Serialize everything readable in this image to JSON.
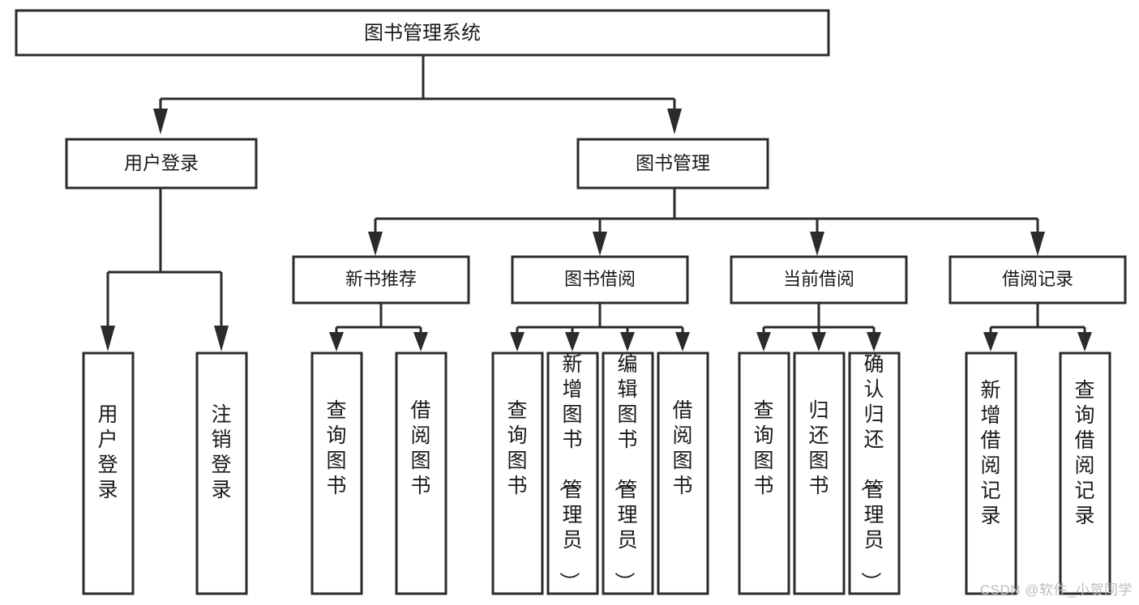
{
  "diagram": {
    "type": "tree-hierarchy",
    "title": "图书管理系统",
    "watermark": "CSDN @软件_小贺同学",
    "colors": {
      "stroke": "#2b2b2b",
      "fill": "#ffffff",
      "text": "#1a1a1a",
      "watermark": "#bdbdbd"
    },
    "levels": {
      "root": {
        "label": "图书管理系统"
      },
      "level2": [
        {
          "label": "用户登录"
        },
        {
          "label": "图书管理"
        }
      ],
      "level3": [
        {
          "label": "新书推荐"
        },
        {
          "label": "图书借阅"
        },
        {
          "label": "当前借阅"
        },
        {
          "label": "借阅记录"
        }
      ]
    },
    "leaves": {
      "user_login": [
        {
          "label": "用户登录"
        },
        {
          "label": "注销登录"
        }
      ],
      "new_book": [
        {
          "label": "查询图书"
        },
        {
          "label": "借阅图书"
        }
      ],
      "book_borrow": [
        {
          "label": "查询图书"
        },
        {
          "label": "新增图书（管理员）"
        },
        {
          "label": "编辑图书（管理员）"
        },
        {
          "label": "借阅图书"
        }
      ],
      "current_borrow": [
        {
          "label": "查询图书"
        },
        {
          "label": "归还图书"
        },
        {
          "label": "确认归还（管理员）"
        }
      ],
      "borrow_record": [
        {
          "label": "新增借阅记录"
        },
        {
          "label": "查询借阅记录"
        }
      ]
    }
  }
}
